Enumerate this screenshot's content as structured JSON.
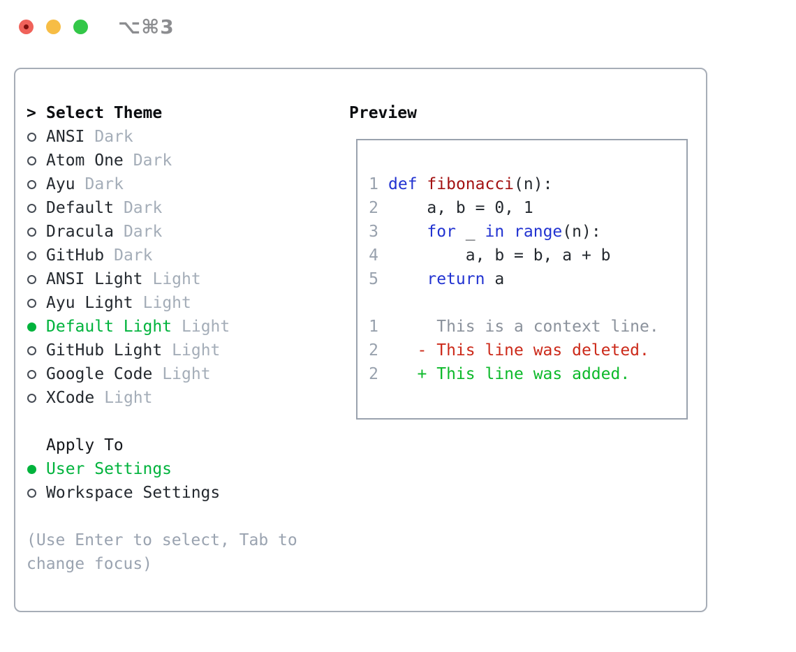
{
  "window": {
    "shortcut_label": "⌥⌘3",
    "traffic_lights": [
      "close",
      "minimize",
      "zoom"
    ]
  },
  "colors": {
    "accent_green": "#00b33c",
    "diff_green": "#0db92a",
    "keyword_blue": "#2233d1",
    "function_red": "#a31212",
    "diff_red": "#cc2a1a",
    "text_dark": "#24292f",
    "muted_gray": "#a4adb8",
    "hint_gray": "#9aa3b0",
    "line_number_gray": "#98a1ad",
    "context_gray": "#8b929c"
  },
  "theme_panel": {
    "header_prefix": ">",
    "header": "Select Theme",
    "items": [
      {
        "name": "ANSI",
        "variant": "Dark",
        "selected": false
      },
      {
        "name": "Atom One",
        "variant": "Dark",
        "selected": false
      },
      {
        "name": "Ayu",
        "variant": "Dark",
        "selected": false
      },
      {
        "name": "Default",
        "variant": "Dark",
        "selected": false
      },
      {
        "name": "Dracula",
        "variant": "Dark",
        "selected": false
      },
      {
        "name": "GitHub",
        "variant": "Dark",
        "selected": false
      },
      {
        "name": "ANSI Light",
        "variant": "Light",
        "selected": false
      },
      {
        "name": "Ayu Light",
        "variant": "Light",
        "selected": false
      },
      {
        "name": "Default Light",
        "variant": "Light",
        "selected": true
      },
      {
        "name": "GitHub Light",
        "variant": "Light",
        "selected": false
      },
      {
        "name": "Google Code",
        "variant": "Light",
        "selected": false
      },
      {
        "name": "XCode",
        "variant": "Light",
        "selected": false
      }
    ],
    "apply_to": {
      "header": "Apply To",
      "options": [
        {
          "label": "User Settings",
          "selected": true
        },
        {
          "label": "Workspace Settings",
          "selected": false
        }
      ]
    },
    "hint": "(Use Enter to select, Tab to change focus)"
  },
  "preview": {
    "header": "Preview",
    "code_lines": [
      {
        "num": "1",
        "tokens": [
          {
            "c": "kw",
            "t": "def"
          },
          {
            "c": "pl",
            "t": " "
          },
          {
            "c": "fn",
            "t": "fibonacci"
          },
          {
            "c": "pl",
            "t": "(n):"
          }
        ]
      },
      {
        "num": "2",
        "tokens": [
          {
            "c": "pl",
            "t": "    a, b = 0, 1"
          }
        ]
      },
      {
        "num": "3",
        "tokens": [
          {
            "c": "pl",
            "t": "    "
          },
          {
            "c": "kw",
            "t": "for"
          },
          {
            "c": "pl",
            "t": " _ "
          },
          {
            "c": "kw",
            "t": "in"
          },
          {
            "c": "pl",
            "t": " "
          },
          {
            "c": "kw",
            "t": "range"
          },
          {
            "c": "pl",
            "t": "(n):"
          }
        ]
      },
      {
        "num": "4",
        "tokens": [
          {
            "c": "pl",
            "t": "        a, b = b, a + b"
          }
        ]
      },
      {
        "num": "5",
        "tokens": [
          {
            "c": "pl",
            "t": "    "
          },
          {
            "c": "kw",
            "t": "return"
          },
          {
            "c": "pl",
            "t": " a"
          }
        ]
      }
    ],
    "diff_lines": [
      {
        "num": "1",
        "tokens": [
          {
            "c": "ctx",
            "t": "     This is a context line."
          }
        ]
      },
      {
        "num": "2",
        "tokens": [
          {
            "c": "del",
            "t": "   - This line was deleted."
          }
        ]
      },
      {
        "num": "2",
        "tokens": [
          {
            "c": "add",
            "t": "   + This line was added."
          }
        ]
      }
    ]
  }
}
